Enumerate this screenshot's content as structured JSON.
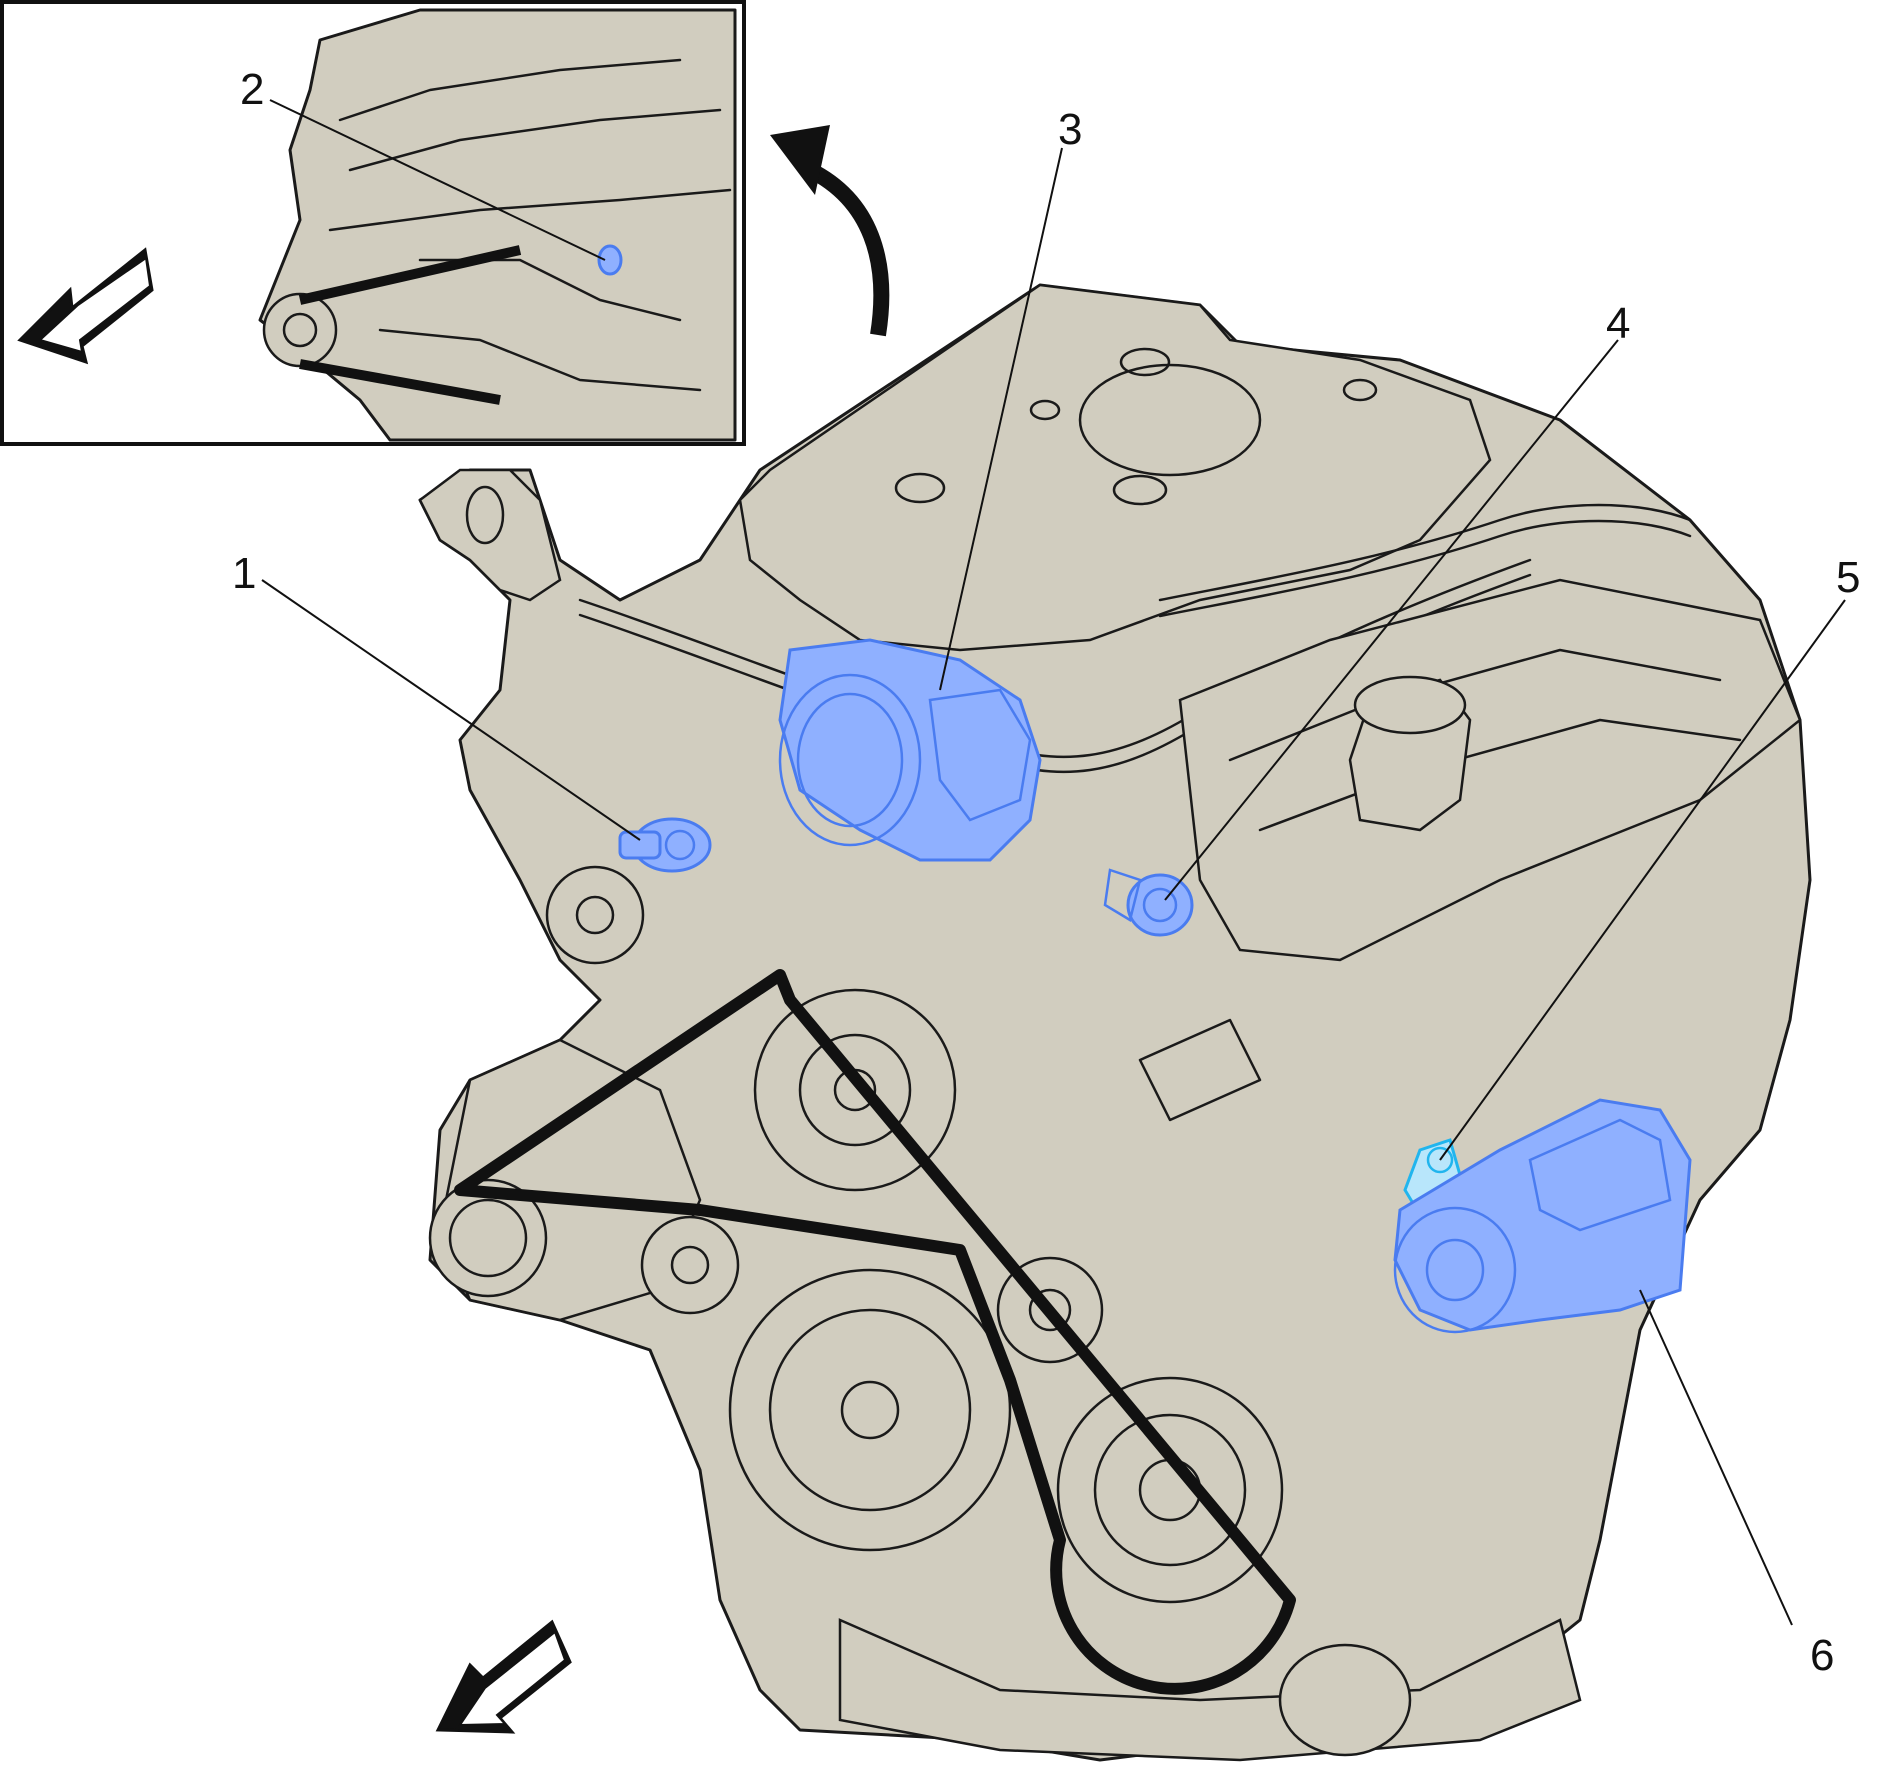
{
  "colors": {
    "engine_fill": "#d1cdbf",
    "line": "#1a1a1a",
    "highlight": "#4a7cf0",
    "highlight_light": "#8fb0ff",
    "accent_cyan": "#21b5ee",
    "belt": "#111111",
    "arrow_fill": "#111111"
  },
  "icons": {
    "direction_arrow": "forward-direction-arrow-icon",
    "curved_arrow": "curved-view-arrow-icon"
  },
  "callouts": [
    {
      "id": "1",
      "label": "1"
    },
    {
      "id": "2",
      "label": "2"
    },
    {
      "id": "3",
      "label": "3"
    },
    {
      "id": "4",
      "label": "4"
    },
    {
      "id": "5",
      "label": "5"
    },
    {
      "id": "6",
      "label": "6"
    }
  ]
}
